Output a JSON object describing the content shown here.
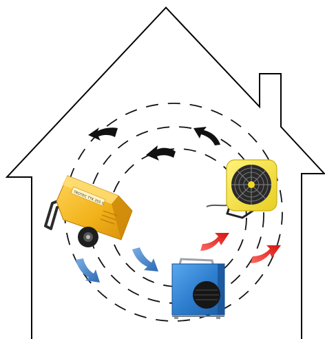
{
  "diagram": {
    "type": "air-circulation-illustration",
    "equipment": [
      {
        "name": "dehumidifier",
        "icon": "dehumidifier-icon",
        "color": "#f2b31b",
        "label": "TROTEC TTK 355 S"
      },
      {
        "name": "axial-fan",
        "icon": "fan-icon",
        "color": "#f7e34a"
      },
      {
        "name": "electric-heater",
        "icon": "heater-icon",
        "color": "#2f7fd0"
      }
    ],
    "arrows": {
      "dark": "#111111",
      "blue": "#3d7bc7",
      "red": "#e32421"
    }
  }
}
